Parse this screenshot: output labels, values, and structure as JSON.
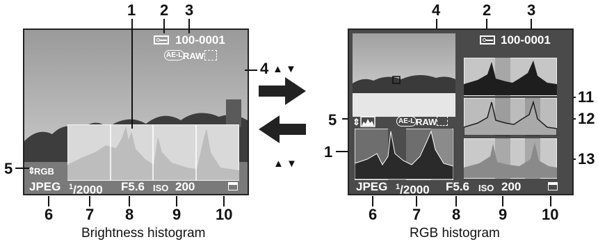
{
  "callouts_left": [
    "1",
    "2",
    "3",
    "4",
    "5",
    "6",
    "7",
    "8",
    "9",
    "10"
  ],
  "callouts_right": [
    "4",
    "2",
    "3",
    "5",
    "1",
    "11",
    "12",
    "13",
    "6",
    "7",
    "8",
    "9",
    "10"
  ],
  "left_screen": {
    "file_number": "100-0001",
    "rgb_label": "RGB",
    "ael": "AE-L",
    "raw": "RAW",
    "status_bar": {
      "format": "JPEG",
      "shutter_num": "1",
      "shutter_den": "2000",
      "aperture": "F5.6",
      "iso_label": "ISO",
      "iso": "200"
    }
  },
  "right_screen": {
    "file_number": "100-0001",
    "ael": "AE-L",
    "raw": "RAW",
    "status_bar": {
      "format": "JPEG",
      "shutter_num": "1",
      "shutter_den": "2000",
      "aperture": "F5.6",
      "iso_label": "ISO",
      "iso": "200"
    }
  },
  "up_down_symbols": "▲ ▼",
  "captions": {
    "left": "Brightness histogram",
    "right": "RGB histogram"
  },
  "icons": [
    "protect-key-icon",
    "ael-icon",
    "raw-plus-icon",
    "rgb-toggle-icon",
    "print-icon",
    "arrow-right-icon",
    "arrow-left-icon"
  ],
  "colors": {
    "panel_bg": "#4a4a4a",
    "histogram_bg": "#d9d9d9",
    "histogram_fill": "#bdbdbd",
    "arrow": "#222222"
  }
}
